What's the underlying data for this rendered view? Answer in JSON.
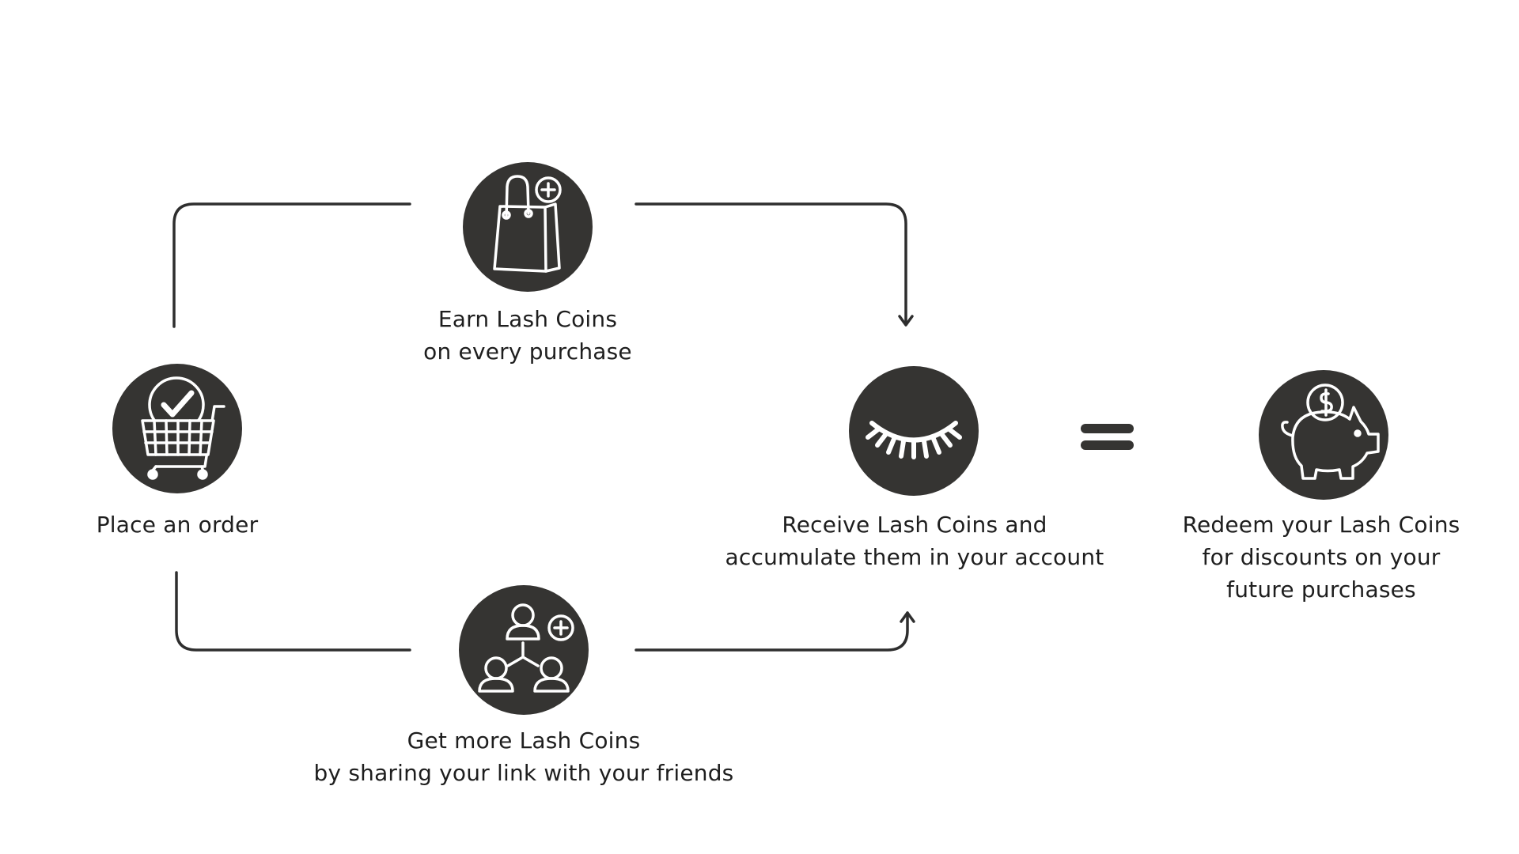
{
  "steps": {
    "place_order": {
      "line1": "Place an order",
      "icon": "shopping-cart-check-icon"
    },
    "earn": {
      "line1": "Earn Lash Coins",
      "line2": "on every purchase",
      "icon": "shopping-bag-plus-icon"
    },
    "share": {
      "line1": "Get more Lash Coins",
      "line2": "by sharing your link with your friends",
      "icon": "share-friends-icon"
    },
    "receive": {
      "line1": "Receive Lash Coins and",
      "line2": "accumulate them in your account",
      "icon": "closed-eye-lash-icon"
    },
    "redeem": {
      "line1": "Redeem your Lash Coins",
      "line2": "for discounts on your",
      "line3": "future purchases",
      "icon": "piggy-bank-coin-icon"
    }
  },
  "equals_icon": "equals-icon",
  "colors": {
    "circle": "#353432",
    "line": "#2e2e2e",
    "icon_stroke": "#ffffff",
    "text": "#1e1e1e"
  }
}
